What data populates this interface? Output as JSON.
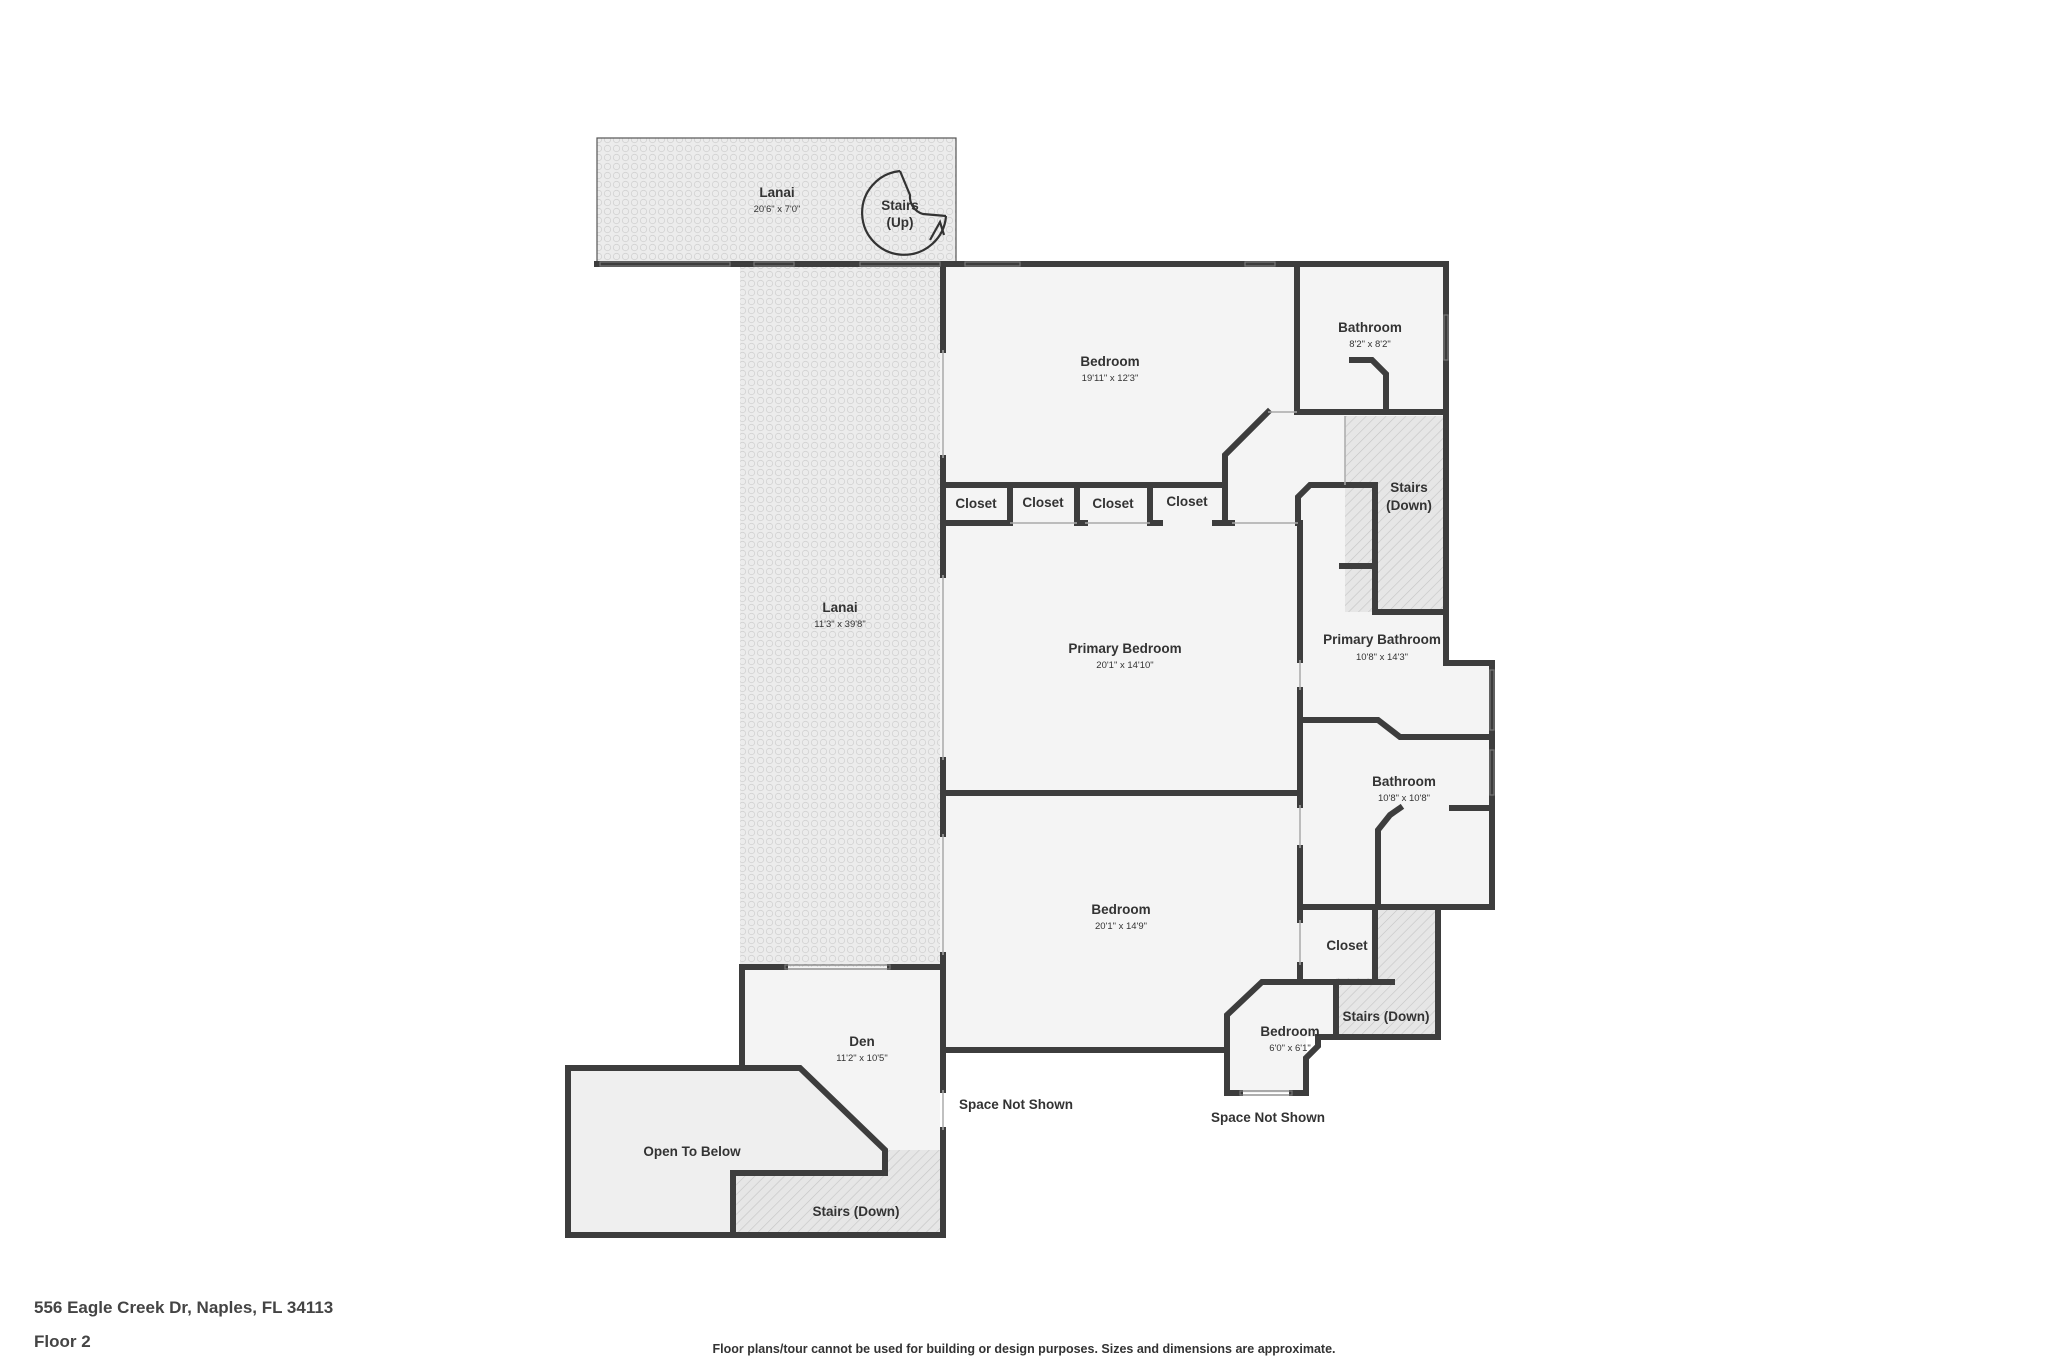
{
  "address": "556 Eagle Creek Dr, Naples, FL 34113",
  "floor": "Floor 2",
  "disclaimer": "Floor plans/tour cannot be used for building or design purposes. Sizes and dimensions are approximate.",
  "rooms": {
    "lanai_top": {
      "name": "Lanai",
      "dims": "20'6\" x 7'0\""
    },
    "stairs_up": {
      "name": "Stairs",
      "sub": "(Up)"
    },
    "lanai_side": {
      "name": "Lanai",
      "dims": "11'3\" x 39'8\""
    },
    "bedroom_1": {
      "name": "Bedroom",
      "dims": "19'11\" x 12'3\""
    },
    "bathroom_1": {
      "name": "Bathroom",
      "dims": "8'2\" x 8'2\""
    },
    "closet_1": {
      "name": "Closet"
    },
    "closet_2": {
      "name": "Closet"
    },
    "closet_3": {
      "name": "Closet"
    },
    "closet_4": {
      "name": "Closet"
    },
    "stairs_down_1": {
      "name": "Stairs",
      "sub": "(Down)"
    },
    "primary_bedroom": {
      "name": "Primary Bedroom",
      "dims": "20'1\" x 14'10\""
    },
    "primary_bathroom": {
      "name": "Primary Bathroom",
      "dims": "10'8\" x 14'3\""
    },
    "bathroom_2": {
      "name": "Bathroom",
      "dims": "10'8\" x 10'8\""
    },
    "bedroom_2": {
      "name": "Bedroom",
      "dims": "20'1\" x 14'9\""
    },
    "closet_5": {
      "name": "Closet"
    },
    "stairs_down_2": {
      "name": "Stairs (Down)"
    },
    "bedroom_3": {
      "name": "Bedroom",
      "dims": "6'0\" x 6'1\""
    },
    "den": {
      "name": "Den",
      "dims": "11'2\" x 10'5\""
    },
    "space_not_shown_1": {
      "name": "Space Not Shown"
    },
    "space_not_shown_2": {
      "name": "Space Not Shown"
    },
    "open_to_below": {
      "name": "Open To Below"
    },
    "stairs_down_3": {
      "name": "Stairs (Down)"
    }
  },
  "colors": {
    "wall": "#3d3d3d",
    "floor": "#f4f4f4",
    "lanai": "#ececec",
    "stairs": "#e2e2e2",
    "open_below": "#efefef"
  }
}
